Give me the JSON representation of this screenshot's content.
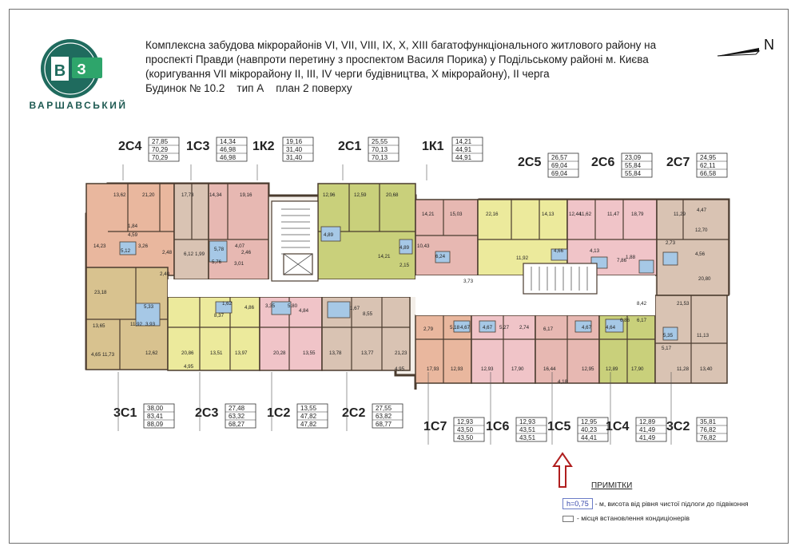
{
  "header": {
    "logo_letters": [
      "В",
      "З"
    ],
    "logo_text": "ВАРШАВСЬКИЙ",
    "title_lines": [
      "Комплексна забудова мікрорайонів VI, VII, VIII, IX, X, XIII багатофункціонального житлового району на",
      "проспекті Правди (навпроти перетину з проспектом Василя Порика) у Подільському районі м. Києва",
      "(коригування VII мікрорайону II, III, IV черги будівництва, X мікрорайону), II черга",
      "Будинок № 10.2    тип А    план 2 поверху"
    ],
    "north": "N"
  },
  "colors": {
    "orange": "#e9b79e",
    "taupe": "#d9c3b3",
    "rose": "#e7b8b2",
    "olive": "#c9d07b",
    "yellow": "#ecea9c",
    "pink": "#f0c4c8",
    "tan": "#d8c28f",
    "corridor": "#ffffff",
    "bath": "#a6c8e6",
    "wall": "#4a3b2e",
    "logo": "#1f6b5e",
    "logo_accent": "#2ea56b",
    "arrow": "#b01e1e",
    "note_border": "#6b7cc7"
  },
  "apartments": [
    {
      "code": "2С4",
      "v": [
        "27,85",
        "70,29",
        "70,29"
      ]
    },
    {
      "code": "1С3",
      "v": [
        "14,34",
        "46,98",
        "46,98"
      ]
    },
    {
      "code": "1К2",
      "v": [
        "19,16",
        "31,40",
        "31,40"
      ]
    },
    {
      "code": "2С1",
      "v": [
        "25,55",
        "70,13",
        "70,13"
      ]
    },
    {
      "code": "1К1",
      "v": [
        "14,21",
        "44,91",
        "44,91"
      ]
    },
    {
      "code": "2С5",
      "v": [
        "26,57",
        "69,04",
        "69,04"
      ]
    },
    {
      "code": "2С6",
      "v": [
        "23,09",
        "55,84",
        "55,84"
      ]
    },
    {
      "code": "2С7",
      "v": [
        "24,95",
        "62,11",
        "66,58"
      ]
    },
    {
      "code": "3С1",
      "v": [
        "38,00",
        "83,41",
        "88,09"
      ]
    },
    {
      "code": "2С3",
      "v": [
        "27,48",
        "63,32",
        "68,27"
      ]
    },
    {
      "code": "1С2",
      "v": [
        "13,55",
        "47,82",
        "47,82"
      ]
    },
    {
      "code": "2С2",
      "v": [
        "27,55",
        "63,82",
        "68,77"
      ]
    },
    {
      "code": "1С7",
      "v": [
        "12,93",
        "43,50",
        "43,50"
      ]
    },
    {
      "code": "1С6",
      "v": [
        "12,93",
        "43,51",
        "43,51"
      ]
    },
    {
      "code": "1С5",
      "v": [
        "12,95",
        "40,23",
        "44,41"
      ]
    },
    {
      "code": "1С4",
      "v": [
        "12,89",
        "41,49",
        "41,49"
      ]
    },
    {
      "code": "3С2",
      "v": [
        "35,81",
        "76,82",
        "76,82"
      ]
    }
  ],
  "room_areas": {
    "2С4": [
      "13,62",
      "21,20",
      "1,84",
      "4,59",
      "5,12",
      "3,26",
      "2,48",
      "14,23"
    ],
    "1С3": [
      "17,73",
      "14,34",
      "6,12",
      "1,99"
    ],
    "1К2": [
      "19,16",
      "5,78",
      "4,07",
      "2,46",
      "5,76",
      "3,01"
    ],
    "2С1": [
      "12,96",
      "12,59",
      "20,68",
      "4,89",
      "14,21",
      "4,89",
      "2,15"
    ],
    "1К1": [
      "14,21",
      "15,03",
      "10,43",
      "3,73",
      "6,24"
    ],
    "2С5": [
      "22,16",
      "14,13",
      "12,44",
      "11,92",
      "4,66"
    ],
    "2С6": [
      "11,62",
      "11,47",
      "18,79",
      "4,13",
      "1,88",
      "7,86"
    ],
    "2С7": [
      "11,29",
      "4,47",
      "12,70",
      "2,73",
      "4,56",
      "20,80"
    ],
    "3С1": [
      "23,18",
      "13,65",
      "11,92",
      "5,33",
      "3,93",
      "4,65",
      "11,73",
      "12,62",
      "2,40"
    ],
    "2С3": [
      "20,86",
      "13,51",
      "13,97",
      "8,37",
      "4,95",
      "1,62",
      "4,86"
    ],
    "1С2": [
      "3,35",
      "5,80",
      "4,84",
      "20,28",
      "13,55"
    ],
    "2С2": [
      "8,55",
      "13,78",
      "13,77",
      "21,23",
      "4,95",
      "1,67"
    ],
    "1С7": [
      "2,79",
      "5,18",
      "4,67",
      "17,93",
      "12,93"
    ],
    "1С6": [
      "5,27",
      "2,74",
      "4,67",
      "12,93",
      "17,90"
    ],
    "1С5": [
      "6,17",
      "4,67",
      "16,44",
      "12,95",
      "4,18"
    ],
    "1С4": [
      "4,64",
      "6,86",
      "12,89",
      "17,90"
    ],
    "3С2": [
      "8,42",
      "21,53",
      "6,17",
      "5,35",
      "5,17",
      "11,13",
      "11,28",
      "13,40"
    ]
  },
  "notes": {
    "title": "ПРИМІТКИ",
    "height_sample": "h=0,75",
    "height_text": "- м, висота від рівня чистої підлоги до підвіконня",
    "ac_text": "- місця встановлення кондиціонерів"
  }
}
